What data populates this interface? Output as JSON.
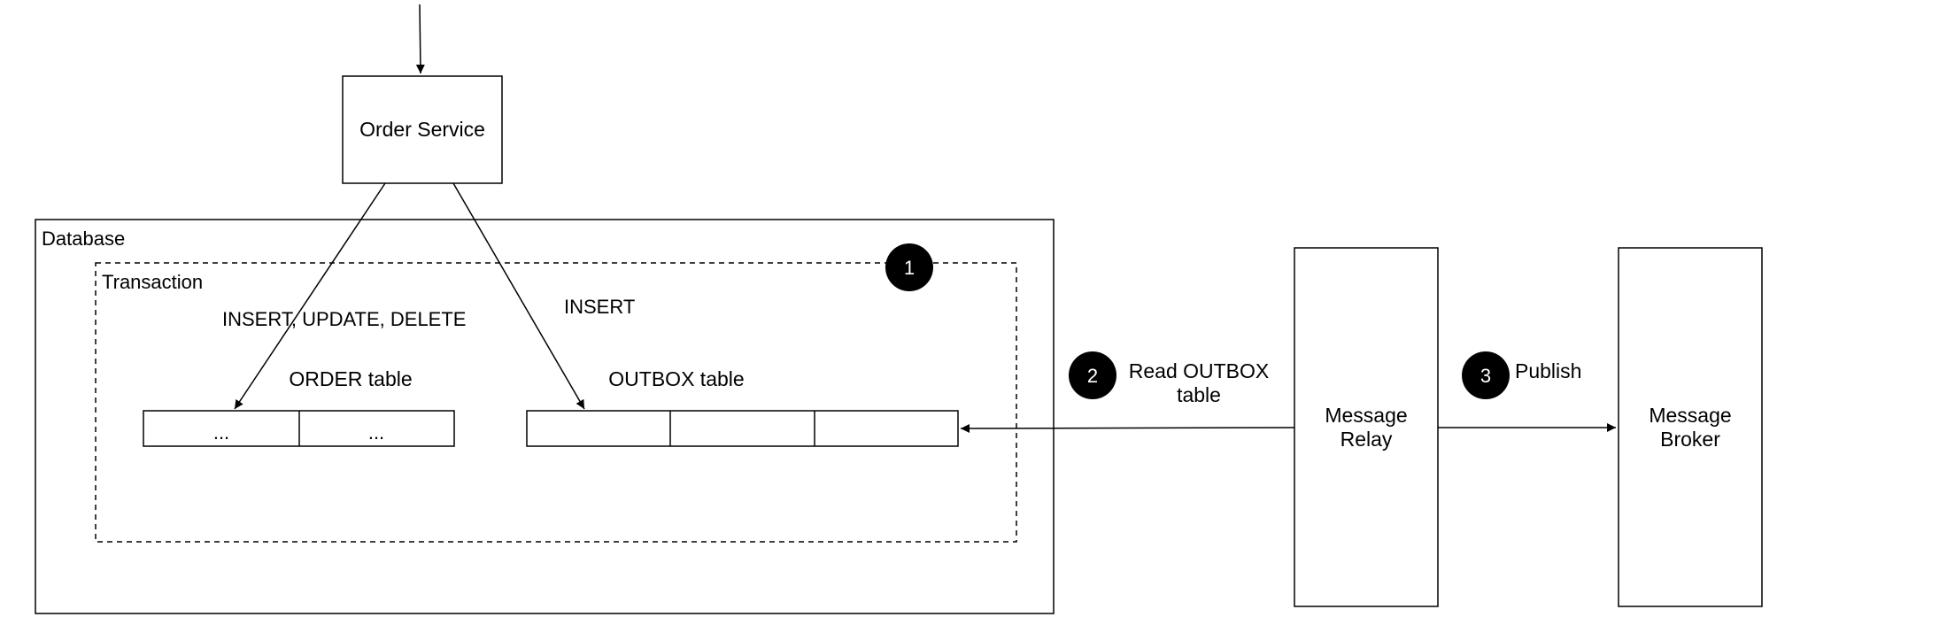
{
  "database": {
    "label": "Database"
  },
  "transaction": {
    "label": "Transaction"
  },
  "order_service": {
    "label": "Order Service"
  },
  "arrows": {
    "to_order_table": "INSERT, UPDATE, DELETE",
    "to_outbox_table": "INSERT"
  },
  "order_table": {
    "label": "ORDER table",
    "cells": [
      "...",
      "..."
    ]
  },
  "outbox_table": {
    "label": "OUTBOX table",
    "cells": [
      "",
      "",
      ""
    ]
  },
  "steps": [
    {
      "number": "1",
      "label": ""
    },
    {
      "number": "2",
      "label_line1": "Read OUTBOX",
      "label_line2": "table"
    },
    {
      "number": "3",
      "label": "Publish"
    }
  ],
  "message_relay": {
    "line1": "Message",
    "line2": "Relay"
  },
  "message_broker": {
    "line1": "Message",
    "line2": "Broker"
  }
}
